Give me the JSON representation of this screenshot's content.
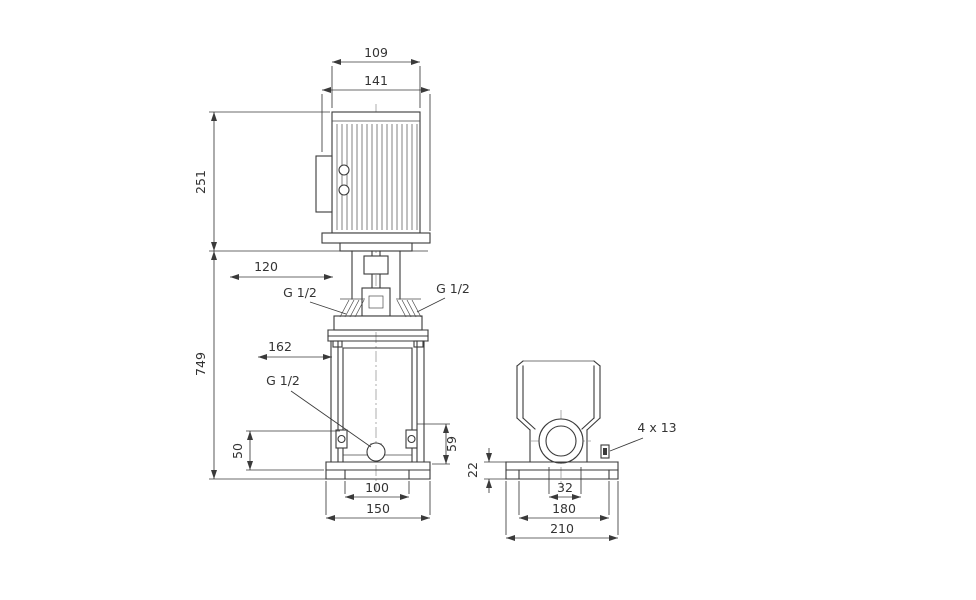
{
  "colors": {
    "line": "#3a3a3a",
    "centerline": "#9a9a9a",
    "background": "#ffffff"
  },
  "views": {
    "front": {
      "dims": {
        "top_width": "109",
        "flange_width": "141",
        "motor_height": "251",
        "offset_120": "120",
        "port_left": "G 1/2",
        "port_right": "G 1/2",
        "offset_162": "162",
        "drain_port": "G 1/2",
        "total_height": "749",
        "drain_height": "50",
        "port_height": "59",
        "foot_spacing": "100",
        "base_width": "150"
      }
    },
    "side": {
      "dims": {
        "base_height": "22",
        "mounting_holes": "4 x 13",
        "port_offset": "32",
        "foot_spacing": "180",
        "base_width": "210"
      }
    }
  }
}
